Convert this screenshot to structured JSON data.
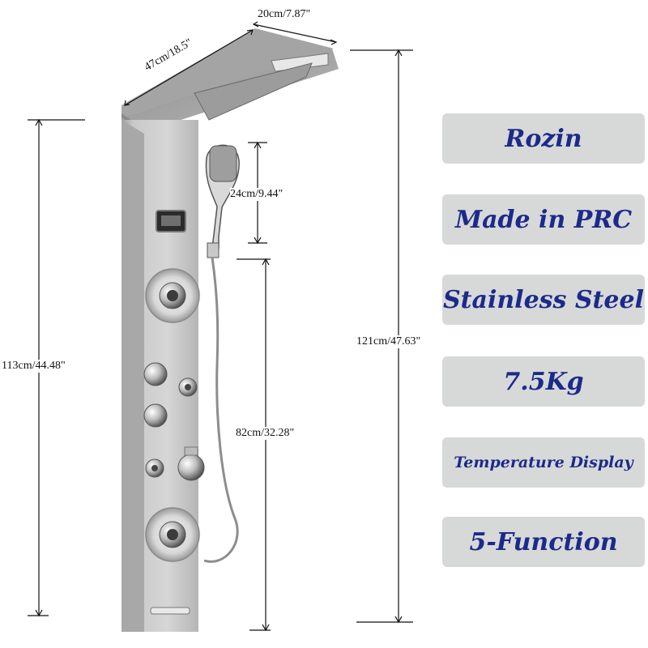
{
  "dimensions": {
    "head_width": "20cm/7.87\"",
    "head_depth": "47cm/18.5\"",
    "handshower_height": "24cm/9.44\"",
    "hose_length": "82cm/32.28\"",
    "panel_height": "113cm/44.48\"",
    "total_height": "121cm/47.63\""
  },
  "specs": [
    {
      "label": "Rozin"
    },
    {
      "label": "Made in PRC"
    },
    {
      "label": "Stainless Steel"
    },
    {
      "label": "7.5Kg"
    },
    {
      "label": "Temperature Display"
    },
    {
      "label": "5-Function"
    }
  ],
  "colors": {
    "spec_box": "#d7d9d9",
    "spec_text": "#1c2a8a",
    "panel": "#c7c7c7"
  }
}
